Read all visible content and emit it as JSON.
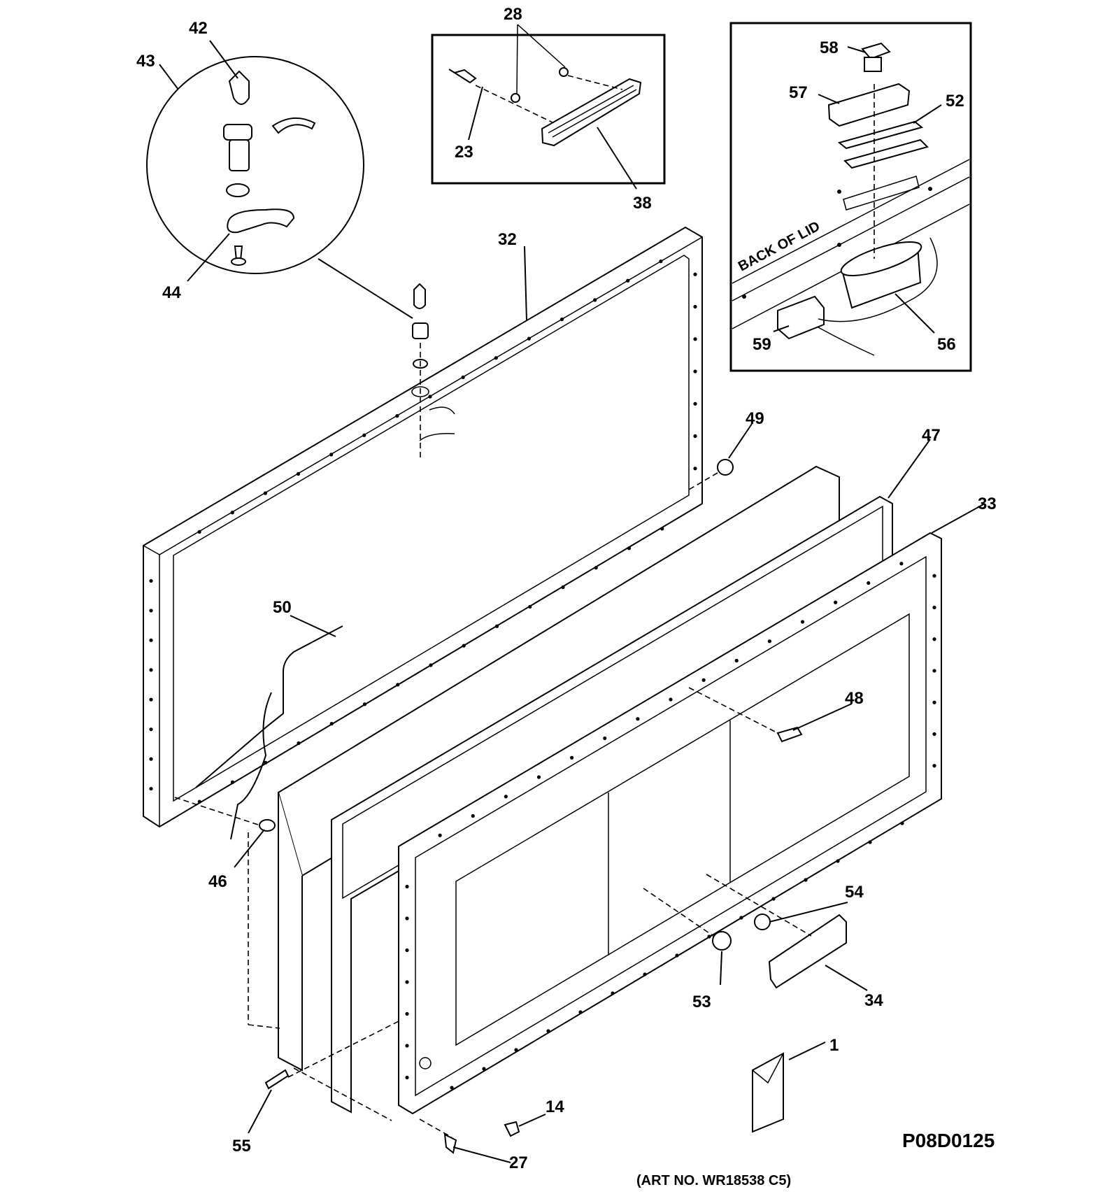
{
  "diagram": {
    "callouts": {
      "c1": "1",
      "c14": "14",
      "c23": "23",
      "c27": "27",
      "c28": "28",
      "c32": "32",
      "c33": "33",
      "c34": "34",
      "c38": "38",
      "c42": "42",
      "c43": "43",
      "c44": "44",
      "c46": "46",
      "c47": "47",
      "c48": "48",
      "c49": "49",
      "c50": "50",
      "c52": "52",
      "c53": "53",
      "c54": "54",
      "c55": "55",
      "c56": "56",
      "c57": "57",
      "c58": "58",
      "c59": "59"
    },
    "inset_label": "BACK OF LID",
    "drawing_code": "P08D0125",
    "art_number": "(ART NO. WR18538 C5)"
  }
}
